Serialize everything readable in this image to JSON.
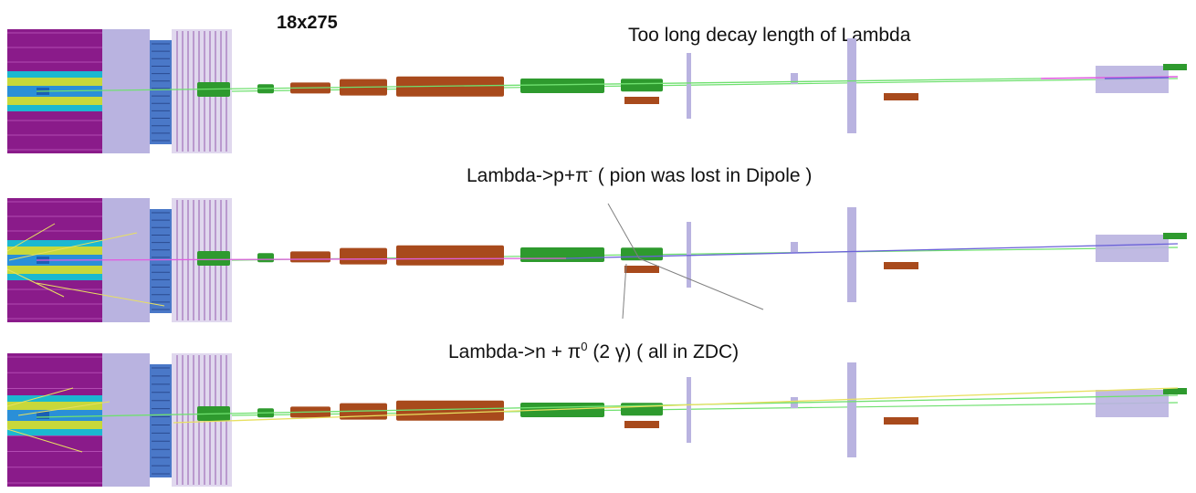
{
  "beam_title": "18x275",
  "captions": [
    {
      "text": "Too long decay length of Lambda"
    },
    {
      "pre": "Lambda->p+",
      "sym": "π",
      "sup": "-",
      "post": "  ( pion was lost in Dipole )"
    },
    {
      "pre": "Lambda->n + ",
      "sym": "π",
      "sup": "0",
      "post": " (2 γ)  ( all in ZDC)"
    }
  ],
  "colors": {
    "magnet_green": "#2e9a2e",
    "magnet_brown": "#a84a1c",
    "detector_magenta": "#8a1b8a",
    "detector_lavender": "#b9b3e0",
    "track_green": "#6fe06f",
    "track_blue": "#6a62d8",
    "track_yellow": "#e8e060",
    "track_magenta": "#e05fe0"
  }
}
